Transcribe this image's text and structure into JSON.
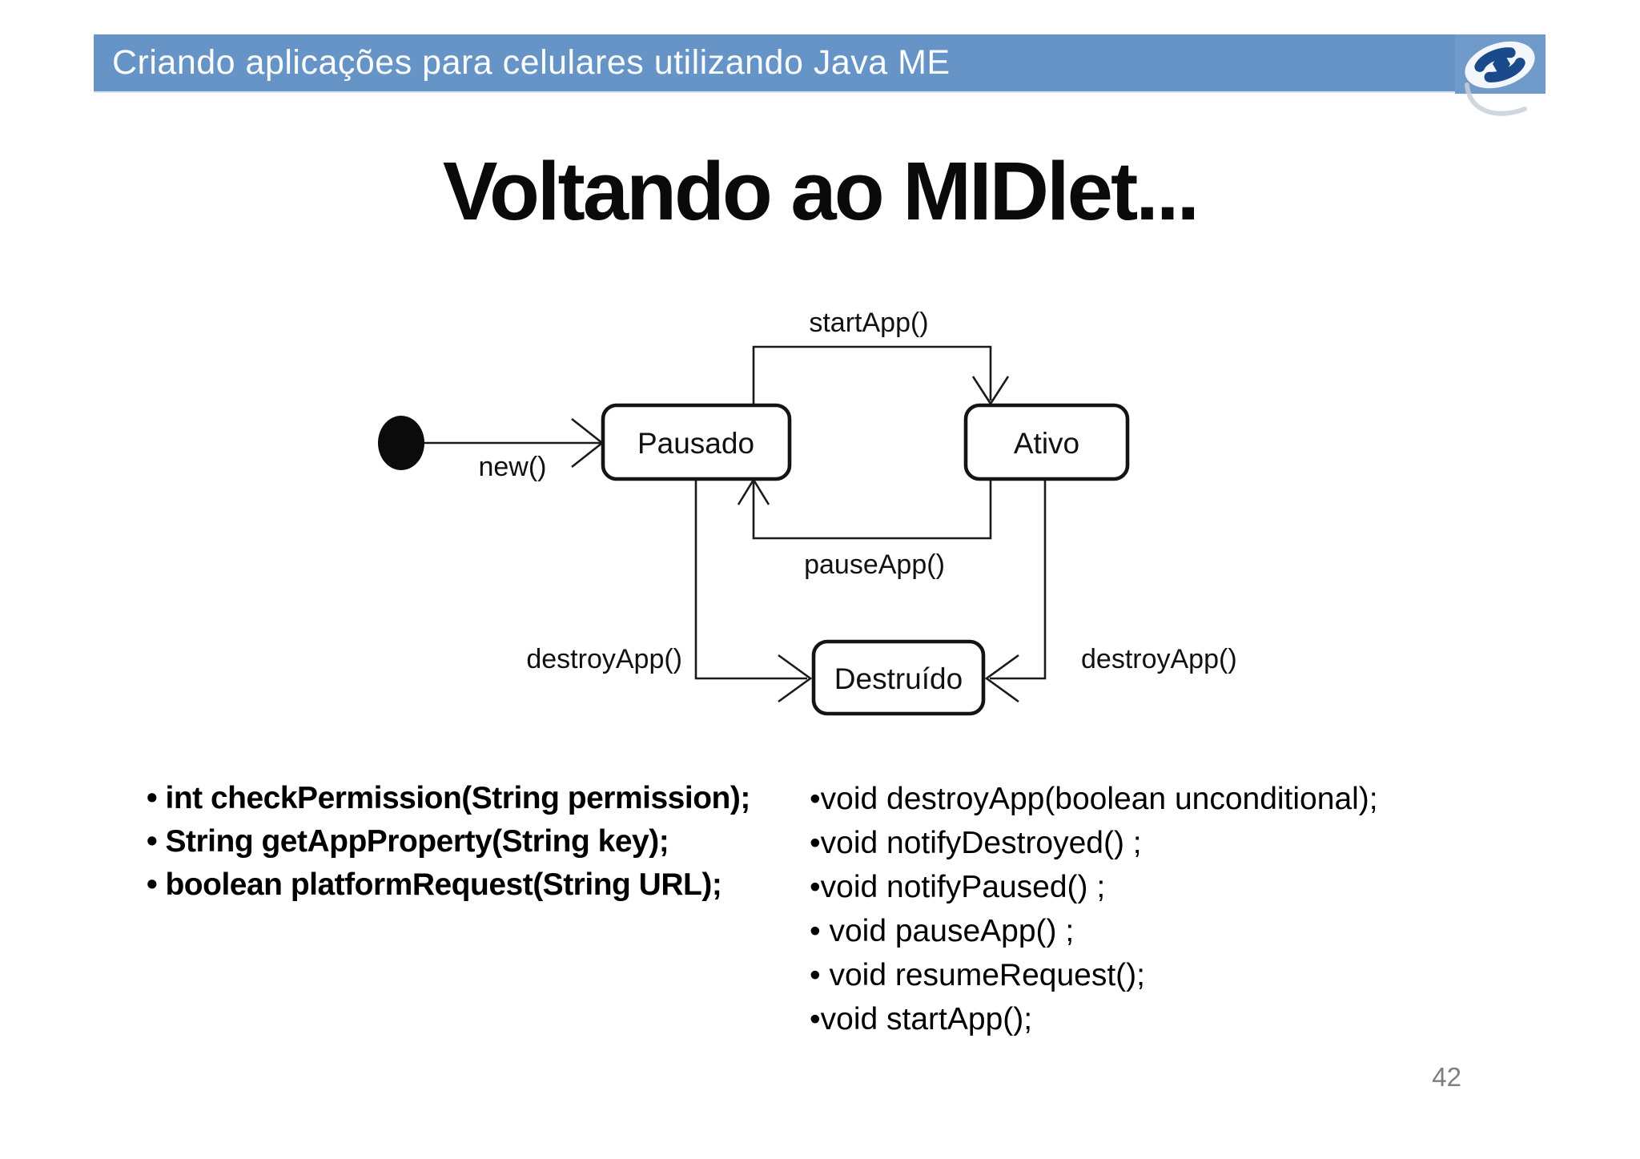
{
  "header": {
    "title": "Criando aplicações para celulares utilizando Java ME",
    "logo_icon": "eye-swirl-logo"
  },
  "slide": {
    "title": "Voltando ao MIDlet...",
    "page_number": "42"
  },
  "diagram": {
    "type": "uml-state-diagram",
    "initial_state": "filled-circle",
    "states": {
      "pausado": {
        "label": "Pausado"
      },
      "ativo": {
        "label": "Ativo"
      },
      "destruido": {
        "label": "Destruído"
      }
    },
    "transitions": {
      "new": {
        "label": "new()",
        "from": "initial",
        "to": "pausado"
      },
      "start": {
        "label": "startApp()",
        "from": "pausado",
        "to": "ativo"
      },
      "pause": {
        "label": "pauseApp()",
        "from": "ativo",
        "to": "pausado"
      },
      "destroy_left": {
        "label": "destroyApp()",
        "from": "pausado",
        "to": "destruido"
      },
      "destroy_right": {
        "label": "destroyApp()",
        "from": "ativo",
        "to": "destruido"
      }
    }
  },
  "methods_left": {
    "items": [
      "• int checkPermission(String permission);",
      "• String getAppProperty(String key);",
      "• boolean platformRequest(String URL);"
    ]
  },
  "methods_right": {
    "items": [
      "•void destroyApp(boolean unconditional);",
      "•void notifyDestroyed() ;",
      "•void notifyPaused() ;",
      "• void pauseApp() ;",
      "• void resumeRequest();",
      "•void startApp();"
    ]
  },
  "colors": {
    "header_bg": "#6794c7",
    "header_text": "#fbfdff",
    "logo_dark_blue": "#1b4a8a",
    "logo_swirl_white": "#f3f7fb",
    "diagram_stroke": "#1a1a1a",
    "body_text": "#000000",
    "page_number": "#7f7f7f"
  }
}
